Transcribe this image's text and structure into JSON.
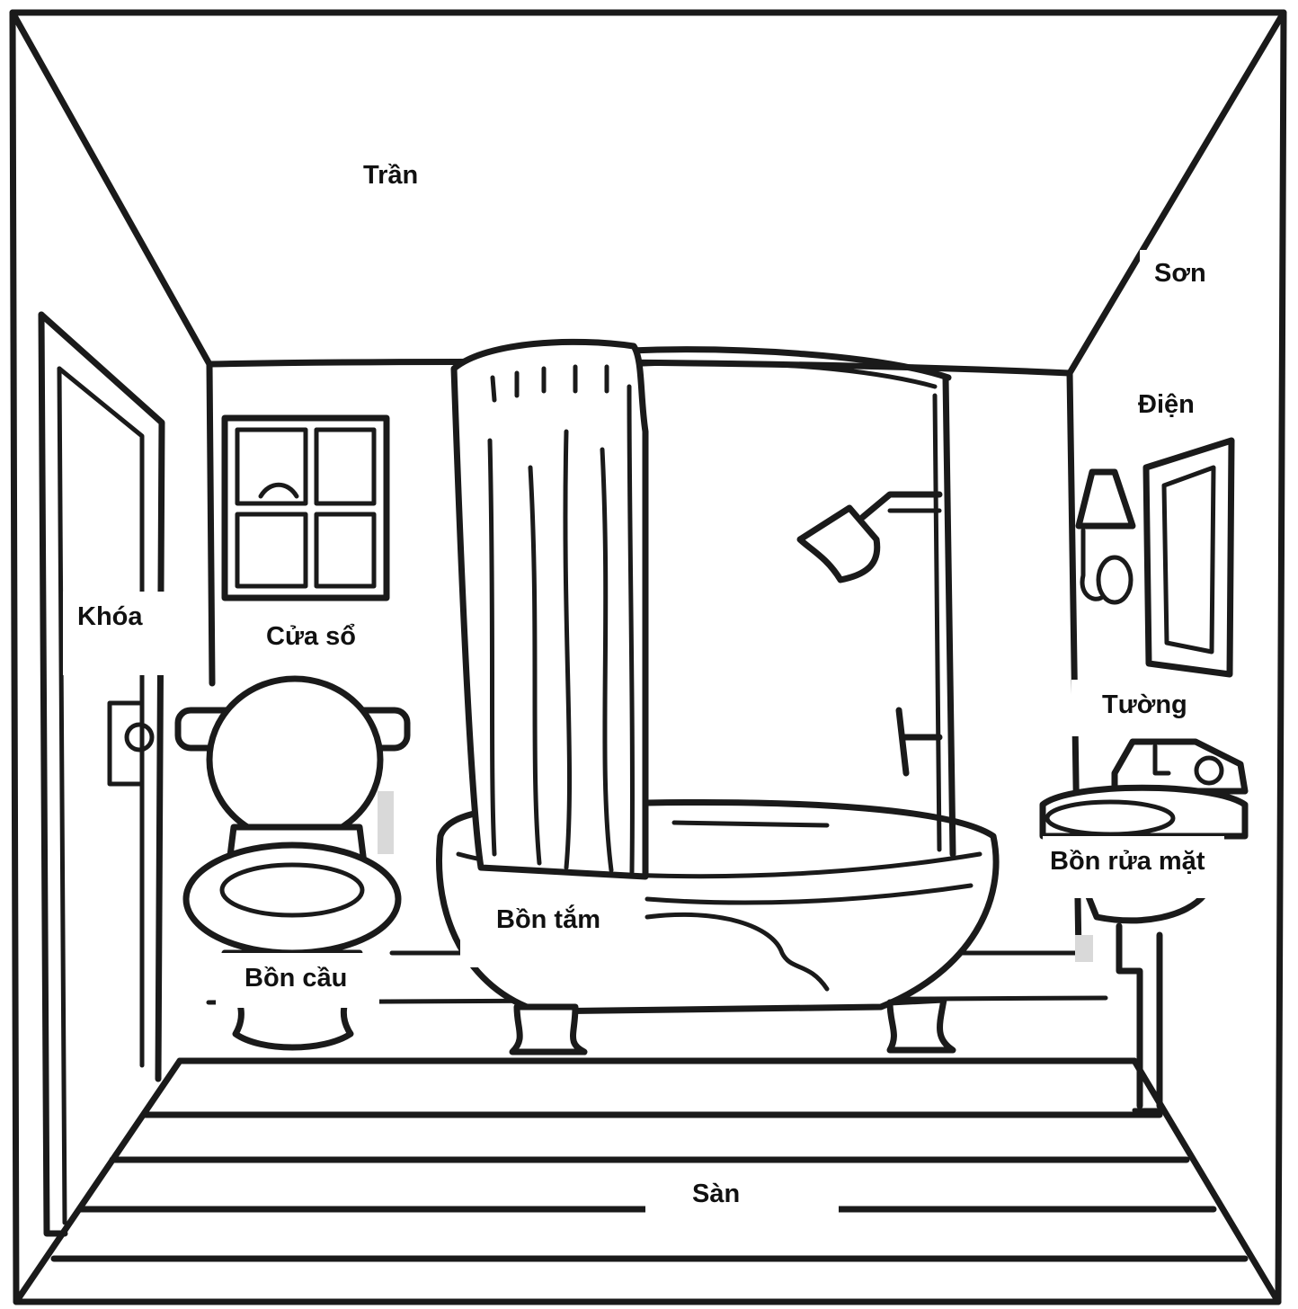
{
  "labels": {
    "tran": "Trần",
    "son": "Sơn",
    "dien": "Điện",
    "khoa": "Khóa",
    "cua_so": "Cửa sổ",
    "tuong": "Tường",
    "bon_rua_mat": "Bồn rửa mặt",
    "bon_tam": "Bồn tắm",
    "bon_cau": "Bồn cầu",
    "san": "Sàn"
  }
}
